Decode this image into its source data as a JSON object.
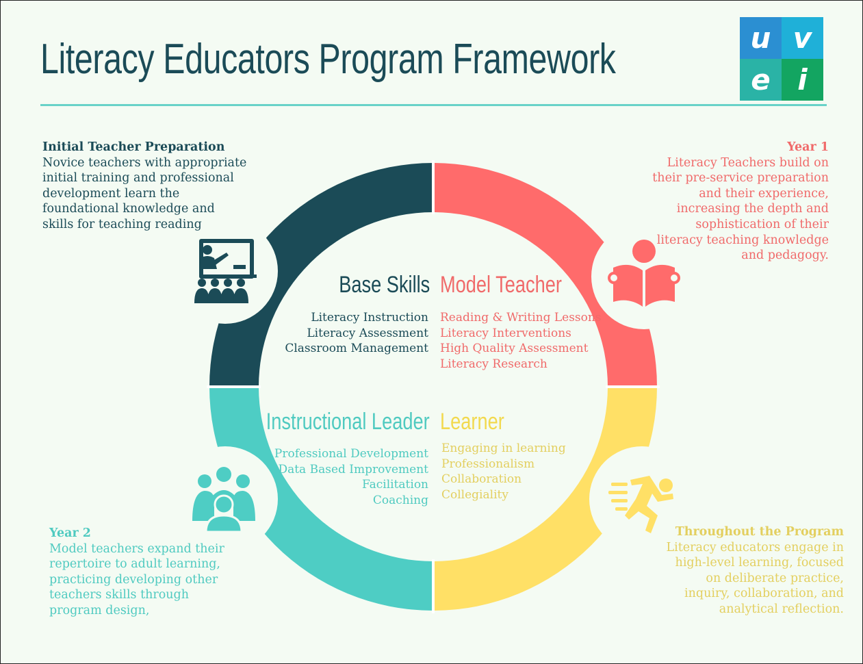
{
  "title": "Literacy Educators Program Framework",
  "logo": {
    "letters": [
      "u",
      "v",
      "e",
      "i"
    ]
  },
  "colors": {
    "navy": "#1b4b57",
    "coral": "#ff6b6b",
    "yellow": "#ffe066",
    "teal": "#4ecdc4",
    "background": "#f4fbf3"
  },
  "stages": {
    "initial": {
      "heading": "Initial Teacher Preparation",
      "body": "Novice teachers with appropriate initial training and professional development learn the foundational knowledge and skills for teaching reading"
    },
    "year1": {
      "heading": "Year 1",
      "body": "Literacy Teachers build on their pre-service preparation and their experience, increasing the depth and sophistication of their literacy teaching knowledge and pedagogy."
    },
    "year2": {
      "heading": "Year 2",
      "body": "Model teachers expand their repertoire to adult learning, practicing developing other teachers skills through program design,"
    },
    "throughout": {
      "heading": "Throughout the Program",
      "body": "Literacy educators engage in high-level learning, focused on deliberate practice, inquiry, collaboration, and analytical reflection."
    }
  },
  "quadrants": {
    "base": {
      "title": "Base Skills",
      "items": [
        "Literacy Instruction",
        "Literacy Assessment",
        "Classroom Management"
      ],
      "icon": "teacher-classroom-icon"
    },
    "model": {
      "title": "Model Teacher",
      "items": [
        "Reading & Writing Lessons",
        "Literacy Interventions",
        "High Quality Assessment",
        "Literacy Research"
      ],
      "icon": "reader-book-icon"
    },
    "leader": {
      "title": "Instructional Leader",
      "items": [
        "Professional Development",
        "Data Based Improvement",
        "Facilitation",
        "Coaching"
      ],
      "icon": "group-people-icon"
    },
    "learner": {
      "title": "Learner",
      "items": [
        "Engaging in learning",
        "Professionalism",
        "Collaboration",
        "Collegiality"
      ],
      "icon": "running-person-icon"
    }
  }
}
